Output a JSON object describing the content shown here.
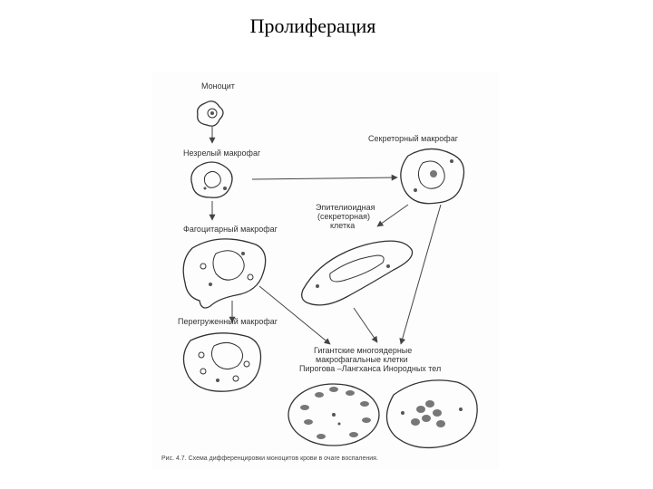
{
  "slide": {
    "title": "Пролиферация"
  },
  "figure": {
    "labels": {
      "monocyte": "Моноцит",
      "immature_macrophage": "Незрелый макрофаг",
      "secretory_macrophage": "Секреторный макрофаг",
      "epithelioid_line1": "Эпителиоидная",
      "epithelioid_line2": "(секреторная)",
      "epithelioid_line3": "клетка",
      "phagocytic_macrophage": "Фагоцитарный макрофаг",
      "overloaded_macrophage": "Перегруженный макрофаг",
      "giant_line1": "Гигантские многоядерные",
      "giant_line2": "макрофагальные клетки",
      "giant_line3": "Пирогова –Лангханса Инородных тел"
    },
    "caption": "Рис. 4.7. Схема дифференцировки моноцитов крови в очаге воспаления."
  }
}
